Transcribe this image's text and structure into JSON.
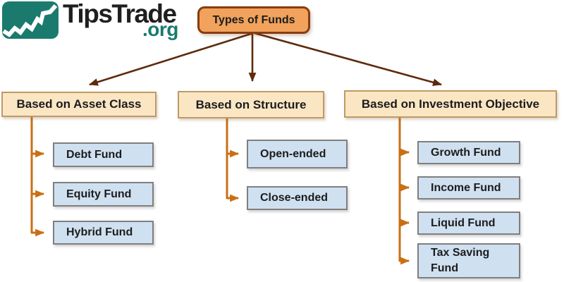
{
  "logo": {
    "brand": "TipsTrade",
    "tld": ".org"
  },
  "root": {
    "label": "Types of Funds"
  },
  "branches": [
    {
      "label": "Based on Asset Class",
      "children": [
        "Debt Fund",
        "Equity Fund",
        "Hybrid Fund"
      ]
    },
    {
      "label": "Based on Structure",
      "children": [
        "Open-ended",
        "Close-ended"
      ]
    },
    {
      "label": "Based on Investment Objective",
      "children": [
        "Growth Fund",
        "Income Fund",
        "Liquid Fund",
        "Tax Saving Fund"
      ]
    }
  ],
  "colors": {
    "logo_teal": "#1b7a6e",
    "root_fill": "#f1a25c",
    "root_border": "#8a3c10",
    "category_fill": "#fbe6c4",
    "category_border": "#c09a64",
    "leaf_fill": "#cfe0f1",
    "leaf_border": "#7f7f7f",
    "connector_orange": "#c96f14",
    "tree_arrow_brown": "#5e2c0d"
  }
}
